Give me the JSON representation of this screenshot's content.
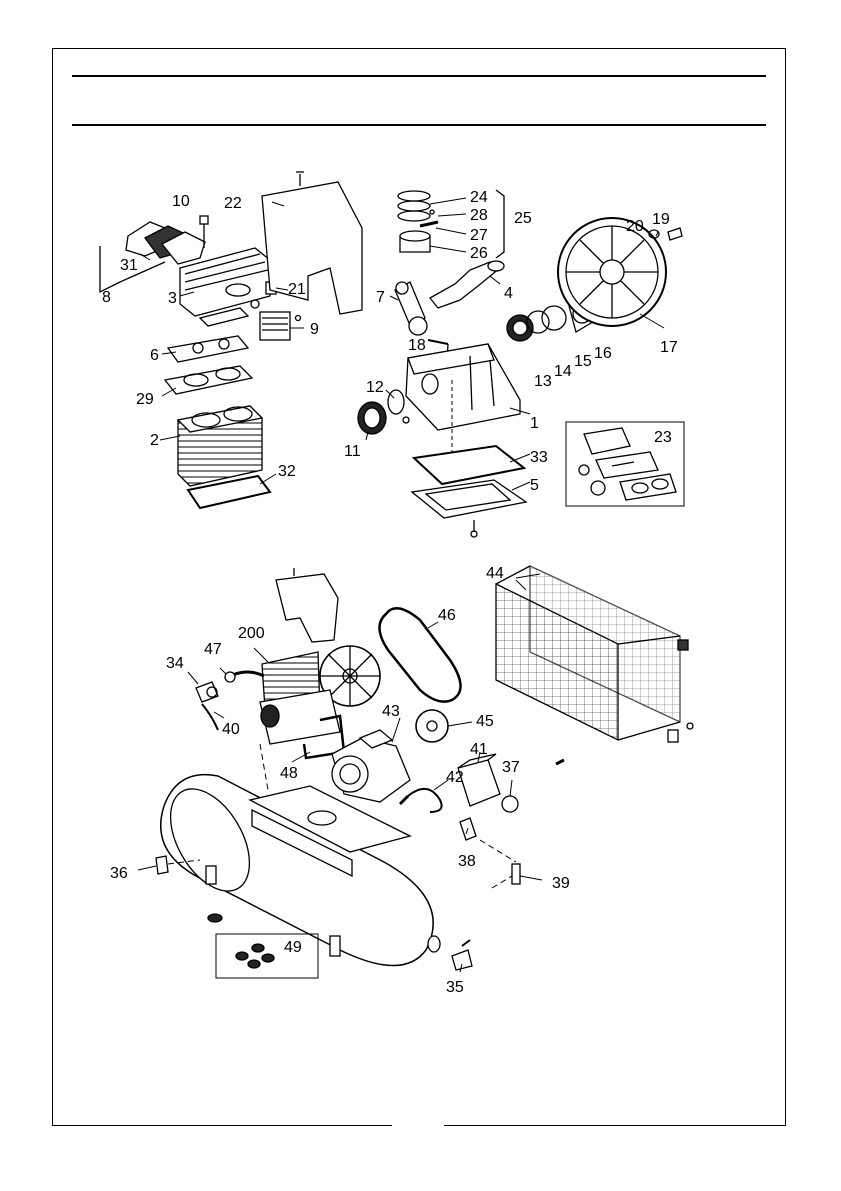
{
  "labels": {
    "p1": "1",
    "p2": "2",
    "p3": "3",
    "p4": "4",
    "p5": "5",
    "p6": "6",
    "p7": "7",
    "p8": "8",
    "p9": "9",
    "p10": "10",
    "p11": "11",
    "p12": "12",
    "p13": "13",
    "p14": "14",
    "p15": "15",
    "p16": "16",
    "p17": "17",
    "p18": "18",
    "p19": "19",
    "p20": "20",
    "p21": "21",
    "p22": "22",
    "p23": "23",
    "p24": "24",
    "p25": "25",
    "p26": "26",
    "p27": "27",
    "p28": "28",
    "p29": "29",
    "p31": "31",
    "p32": "32",
    "p33": "33",
    "p34": "34",
    "p35": "35",
    "p36": "36",
    "p37": "37",
    "p38": "38",
    "p39": "39",
    "p40": "40",
    "p41": "41",
    "p42": "42",
    "p43": "43",
    "p44": "44",
    "p45": "45",
    "p46": "46",
    "p47": "47",
    "p48": "48",
    "p49": "49",
    "p200": "200"
  }
}
